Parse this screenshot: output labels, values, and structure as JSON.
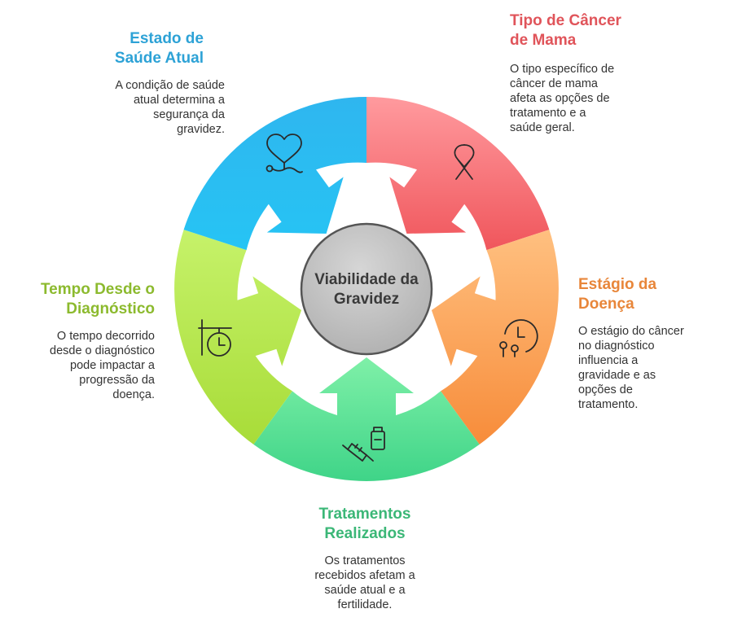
{
  "center": {
    "line1": "Viabilidade da",
    "line2": "Gravidez"
  },
  "segments": {
    "health": {
      "title": [
        "Estado de",
        "Saúde Atual"
      ],
      "desc": [
        "A condição de saúde",
        "atual determina a",
        "segurança da",
        "gravidez."
      ],
      "color": "#29a9df",
      "icon": "heart-stethoscope-icon"
    },
    "cancer_type": {
      "title": [
        "Tipo de Câncer",
        "de Mama"
      ],
      "desc": [
        "O tipo específico de",
        "câncer de mama",
        "afeta as opções de",
        "tratamento e a",
        "saúde geral."
      ],
      "color": "#e8545a",
      "icon": "awareness-ribbon-icon"
    },
    "stage": {
      "title": [
        "Estágio da",
        "Doença"
      ],
      "desc": [
        "O estágio do câncer",
        "no diagnóstico",
        "influencia a",
        "gravidade e as",
        "opções de",
        "tratamento."
      ],
      "color": "#f08a33",
      "icon": "clock-stages-icon"
    },
    "treatments": {
      "title": [
        "Tratamentos",
        "Realizados"
      ],
      "desc": [
        "Os tratamentos",
        "recebidos afetam a",
        "saúde atual e a",
        "fertilidade."
      ],
      "color": "#3cbf74",
      "icon": "syringe-vial-icon"
    },
    "time": {
      "title": [
        "Tempo Desde o",
        "Diagnóstico"
      ],
      "desc": [
        "O tempo decorrido",
        "desde o diagnóstico",
        "pode impactar a",
        "progressão da",
        "doença."
      ],
      "color": "#8fbf2a",
      "icon": "timer-sign-icon"
    }
  }
}
